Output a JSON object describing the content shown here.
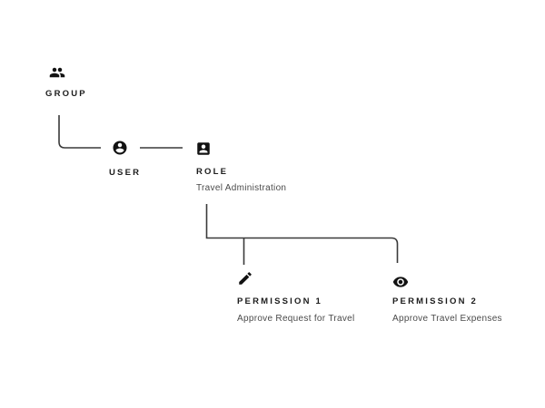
{
  "diagram": {
    "type": "hierarchy",
    "nodes": {
      "group": {
        "label": "GROUP",
        "icon": "group-icon"
      },
      "user": {
        "label": "USER",
        "icon": "user-icon"
      },
      "role": {
        "label": "ROLE",
        "sublabel": "Travel Administration",
        "icon": "role-badge-icon"
      },
      "permission1": {
        "label": "PERMISSION 1",
        "sublabel": "Approve Request for Travel",
        "icon": "pencil-icon"
      },
      "permission2": {
        "label": "PERMISSION 2",
        "sublabel": "Approve Travel Expenses",
        "icon": "eye-icon"
      }
    },
    "edges": [
      {
        "from": "group",
        "to": "user"
      },
      {
        "from": "user",
        "to": "role"
      },
      {
        "from": "role",
        "to": "permission1"
      },
      {
        "from": "role",
        "to": "permission2"
      }
    ],
    "colors": {
      "background": "#ffffff",
      "icon": "#121212",
      "line": "#3a3a3a",
      "label": "#1c1c1c",
      "sublabel": "#4a4a4a"
    }
  }
}
